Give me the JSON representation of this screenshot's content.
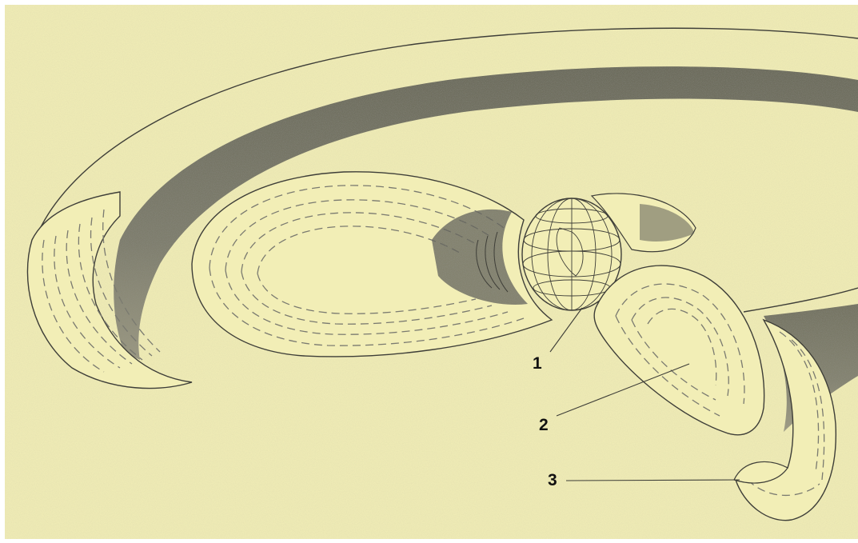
{
  "figure": {
    "labels": [
      {
        "id": "1",
        "text": "1"
      },
      {
        "id": "2",
        "text": "2"
      },
      {
        "id": "3",
        "text": "3"
      }
    ]
  },
  "colors": {
    "paper": "#f4f0b8",
    "ink": "#3e3e38",
    "shadow": "#5d5d55",
    "dashed": "#7a7a70",
    "frame": "#ffffff"
  }
}
